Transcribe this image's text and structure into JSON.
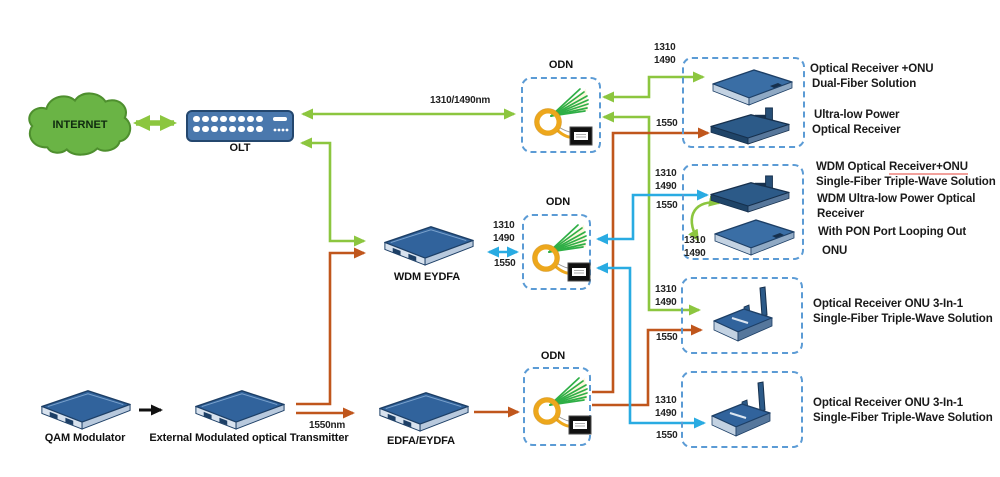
{
  "nodes": {
    "internet": "INTERNET",
    "olt": "OLT",
    "odn1": "ODN",
    "odn2": "ODN",
    "odn3": "ODN",
    "wdm_eydfa": "WDM EYDFA",
    "qam": "QAM Modulator",
    "transmitter": "External Modulated optical Transmitter",
    "edfa": "EDFA/EYDFA"
  },
  "wavelengths": {
    "olt_odn1": "1310/1490nm",
    "tx_out": "1550nm",
    "g1": [
      "1310",
      "1490",
      "1550"
    ],
    "odn2_link": [
      "1310",
      "1490",
      "1550"
    ],
    "g2": [
      "1310",
      "1490",
      "1550"
    ],
    "g2_loop": [
      "1310",
      "1490"
    ],
    "g3": [
      "1310",
      "1490",
      "1550"
    ],
    "g4": [
      "1310",
      "1490",
      "1550"
    ]
  },
  "solutions": {
    "g1": {
      "line1": "Optical Receiver +ONU",
      "line2": "Dual-Fiber Solution",
      "line3": "Ultra-low Power",
      "line4": "Optical Receiver"
    },
    "g2": {
      "line1a": "WDM Optical",
      "line1b": "Receiver+ONU",
      "line2": "Single-Fiber Triple-Wave Solution",
      "line3": "WDM Ultra-low Power Optical",
      "line4": "Receiver",
      "line5": "With PON Port Looping Out",
      "line6": "ONU"
    },
    "g3": {
      "line1": "Optical Receiver ONU 3-In-1",
      "line2": "Single-Fiber Triple-Wave Solution"
    },
    "g4": {
      "line1": "Optical Receiver ONU 3-In-1",
      "line2": "Single-Fiber Triple-Wave Solution"
    }
  },
  "colors": {
    "green_line": "#8cc63f",
    "orange_line": "#c0561c",
    "blue_line": "#29abe2",
    "black_line": "#111111",
    "dashed_border": "#5b9bd5",
    "device_blue": "#31639c",
    "cloud_green": "#6ab445",
    "splitter_yellow": "#eda71c",
    "text": "#1a1a1a",
    "red_underline": "#f2a19c"
  }
}
